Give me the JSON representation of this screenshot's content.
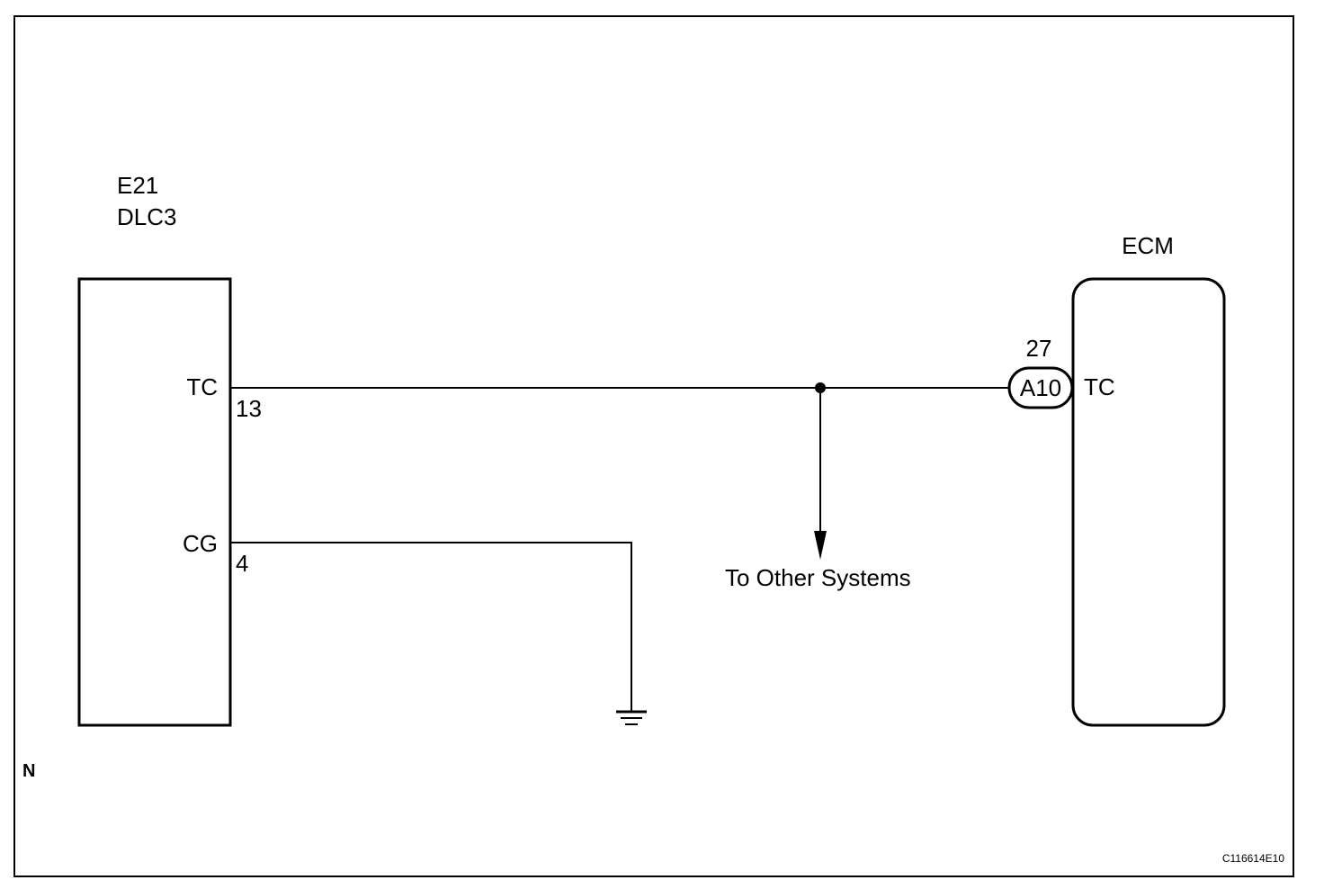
{
  "dlc": {
    "connector_id": "E21",
    "name": "DLC3",
    "pins": [
      {
        "label": "TC",
        "number": "13"
      },
      {
        "label": "CG",
        "number": "4"
      }
    ]
  },
  "ecm": {
    "name": "ECM",
    "pin_label": "TC",
    "pin_number": "27",
    "connector": "A10"
  },
  "branch_label": "To Other Systems",
  "corner_mark": "N",
  "figure_code": "C116614E10"
}
